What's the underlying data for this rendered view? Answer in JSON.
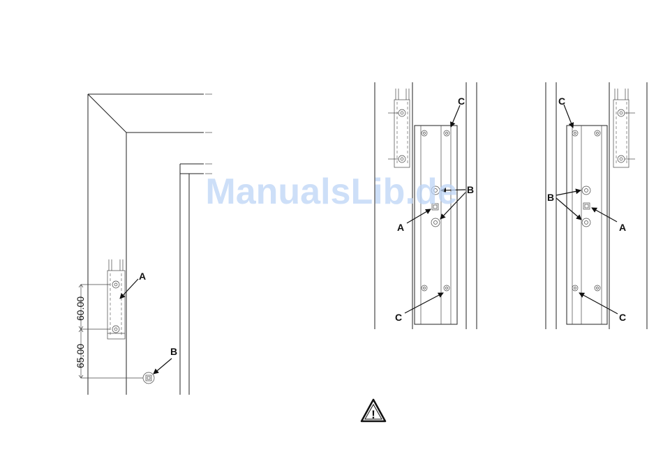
{
  "watermark": "ManualsLib.de",
  "figure_left": {
    "label_a": "A",
    "label_b": "B",
    "dim_upper": "60.00",
    "dim_lower": "65.00"
  },
  "figure_middle": {
    "label_a": "A",
    "label_b": "B",
    "label_c_top": "C",
    "label_c_bottom": "C"
  },
  "figure_right": {
    "label_a": "A",
    "label_b": "B",
    "label_c_top": "C",
    "label_c_bottom": "C"
  },
  "warning": {
    "icon": "warning-triangle-icon",
    "symbol": "!"
  }
}
